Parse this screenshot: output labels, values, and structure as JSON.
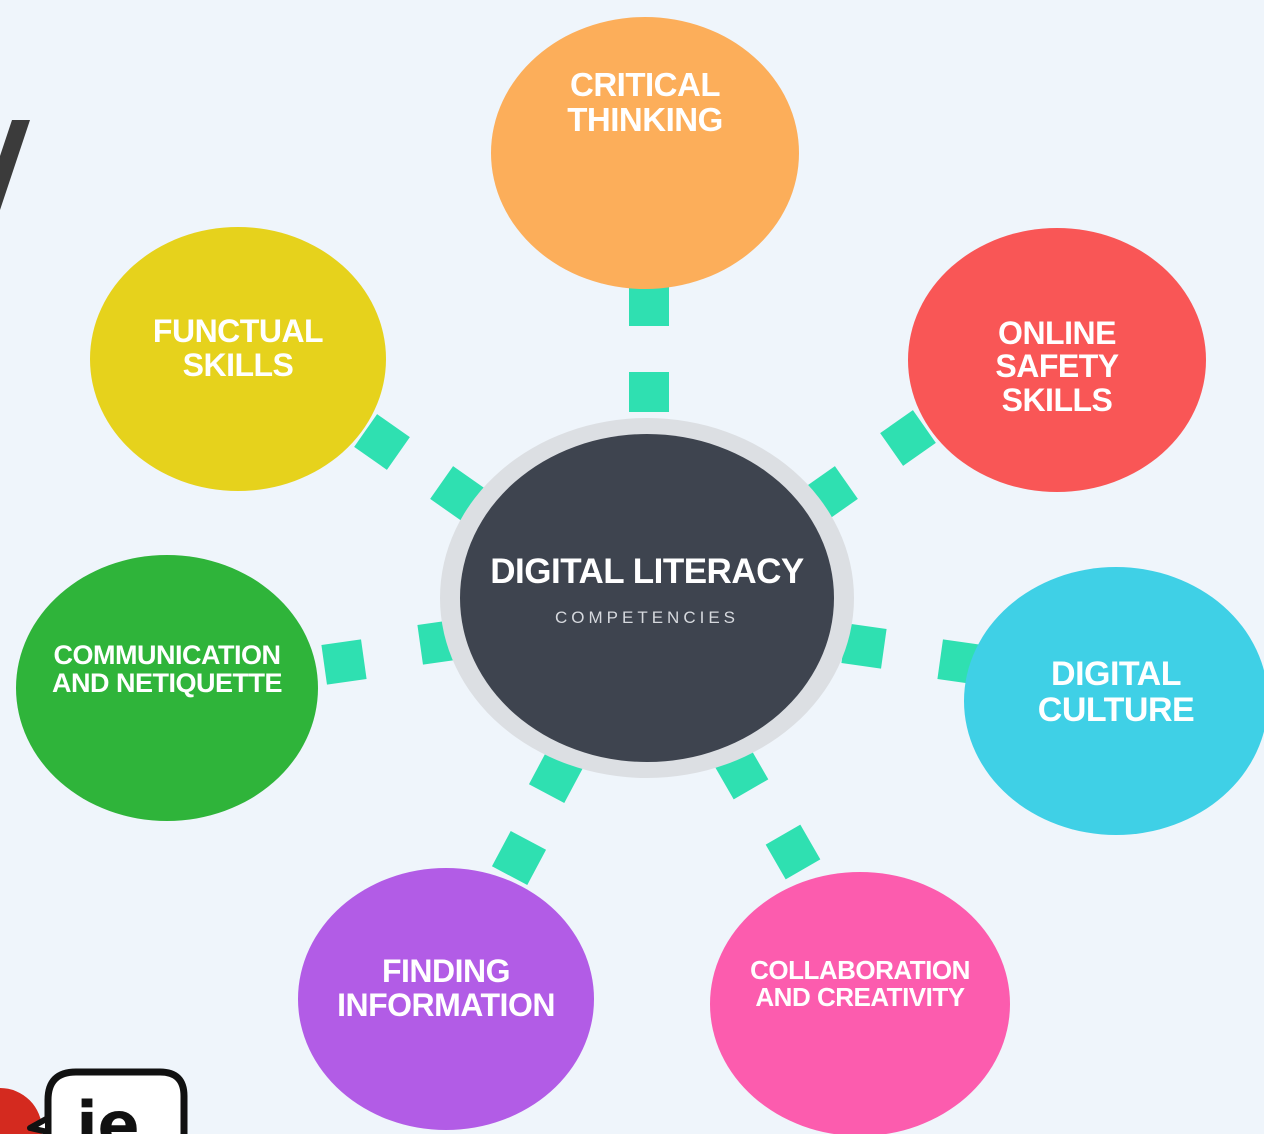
{
  "center": {
    "title": "DIGITAL LITERACY",
    "subtitle": "COMPETENCIES"
  },
  "competencies": [
    {
      "id": "critical-thinking",
      "label": "CRITICAL\nTHINKING",
      "color": "#fcae5a"
    },
    {
      "id": "online-safety-skills",
      "label": "ONLINE\nSAFETY\nSKILLS",
      "color": "#f95656"
    },
    {
      "id": "digital-culture",
      "label": "DIGITAL\nCULTURE",
      "color": "#3fd0e6"
    },
    {
      "id": "collaboration-and-creativity",
      "label": "COLLABORATION\nAND CREATIVITY",
      "color": "#fc5cae"
    },
    {
      "id": "finding-information",
      "label": "FINDING\nINFORMATION",
      "color": "#b25ce6"
    },
    {
      "id": "communication-and-netiquette",
      "label": "COMMUNICATION\nAND NETIQUETTE",
      "color": "#2fb43a"
    },
    {
      "id": "functual-skills",
      "label": "FUNCTUAL\nSKILLS",
      "color": "#e6d21c"
    }
  ],
  "connector_color": "#2fe0b1",
  "logo_text": "ie"
}
